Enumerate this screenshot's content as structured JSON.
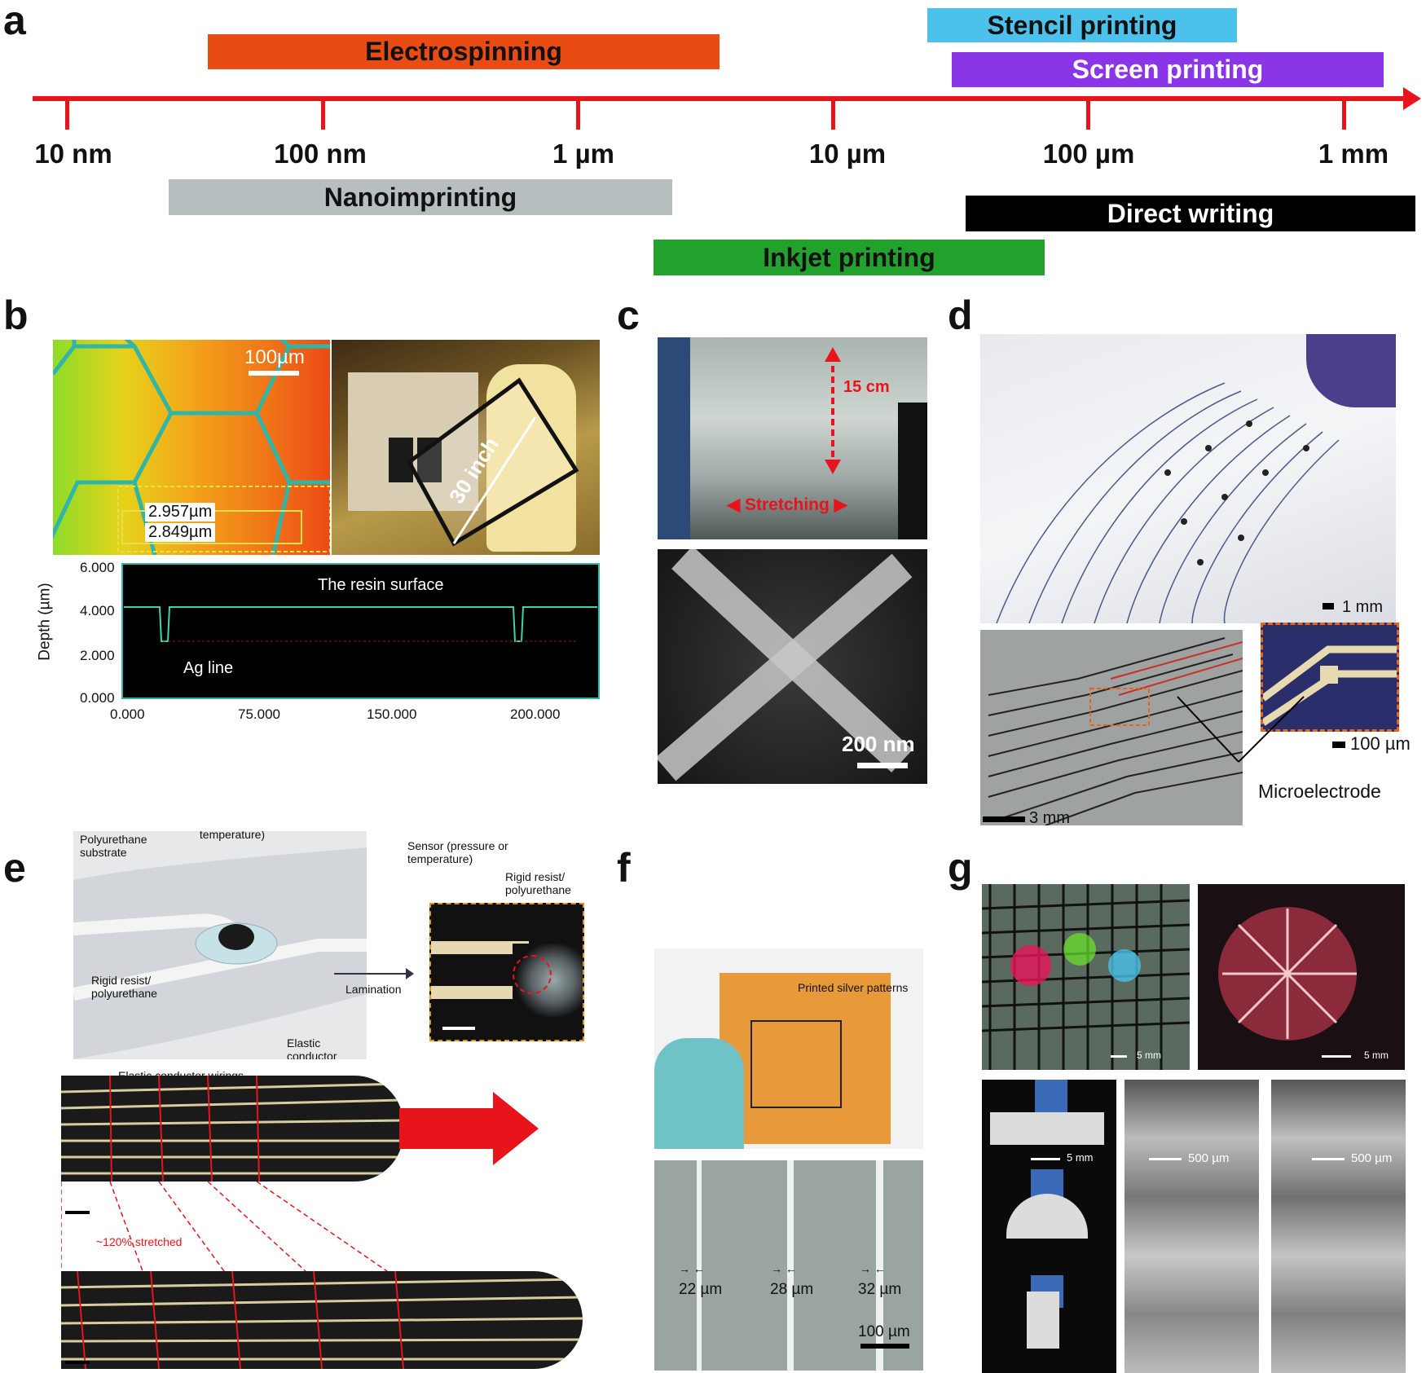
{
  "panels": {
    "a": "a",
    "b": "b",
    "c": "c",
    "d": "d",
    "e": "e",
    "f": "f",
    "g": "g"
  },
  "timeline": {
    "ticks": [
      "10 nm",
      "100 nm",
      "1 µm",
      "10 µm",
      "100 µm",
      "1 mm"
    ],
    "methods": {
      "electrospinning": "Electrospinning",
      "stencil": "Stencil printing",
      "screen": "Screen printing",
      "nanoimprinting": "Nanoimprinting",
      "direct": "Direct writing",
      "inkjet": "Inkjet printing"
    },
    "colors": {
      "axis": "#e8141b",
      "electrospinning": "#e84c14",
      "stencil": "#4cc2ea",
      "screen": "#8a36e8",
      "nanoimprinting": "#b7bec0",
      "direct": "#000000",
      "inkjet": "#22a22d"
    }
  },
  "b": {
    "scale": "100µm",
    "m1": "2.957µm",
    "m2": "2.849µm",
    "size": "30 inch",
    "chart": {
      "ylabel": "Depth (µm)",
      "yticks": [
        "6.000",
        "4.000",
        "2.000",
        "0.000"
      ],
      "xticks": [
        "0.000",
        "75.000",
        "150.000",
        "200.000"
      ],
      "resin": "The resin surface",
      "ag": "Ag line"
    }
  },
  "c": {
    "height": "15 cm",
    "stretch": "Stretching",
    "scale": "200 nm"
  },
  "d": {
    "scale1": "1 mm",
    "scale2": "100 µm",
    "scale3": "3 mm",
    "micro": "Microelectrode"
  },
  "e": {
    "substrate": "Polyurethane substrate",
    "sensor": "Sensor (pressure or temperature)",
    "rigid": "Rigid resist/ polyurethane",
    "elastic": "Elastic conductor",
    "lamination": "Lamination",
    "sensor2": "Sensor (pressure or temperature)",
    "rigid2": "Rigid resist/ polyurethane",
    "wirings": "Elastic conductor wirings",
    "stretched": "~120% stretched"
  },
  "f": {
    "patterns": "Printed silver patterns",
    "w1": "22 µm",
    "w2": "28 µm",
    "w3": "32 µm",
    "scale": "100 µm"
  },
  "g": {
    "s1": "5 mm",
    "s2": "5 mm",
    "s3": "5 mm",
    "s4": "500 µm",
    "s5": "500 µm"
  }
}
